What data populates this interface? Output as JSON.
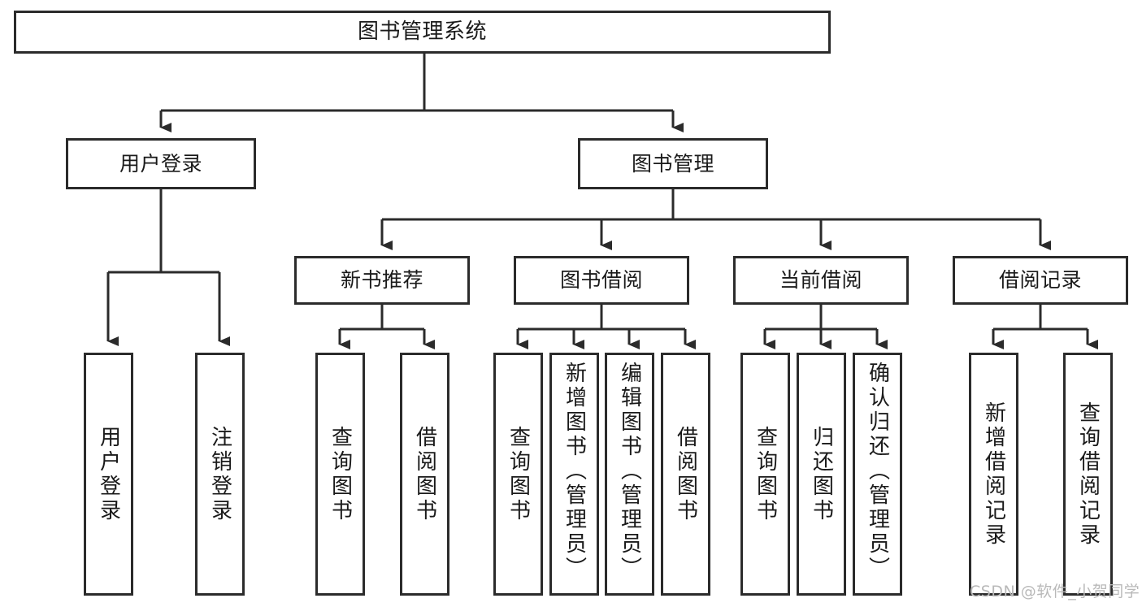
{
  "diagram": {
    "type": "tree",
    "title": "图书管理系统",
    "watermark": "CSDN @软件_小贺同学",
    "colors": {
      "stroke": "#2b2b2b",
      "fill": "#ffffff",
      "text": "#1a1a1a",
      "watermark": "#b9b9b9"
    },
    "nodes": {
      "root": {
        "label": "图书管理系统"
      },
      "level2": [
        {
          "id": "user-login",
          "label": "用户登录"
        },
        {
          "id": "book-manage",
          "label": "图书管理"
        }
      ],
      "level3": [
        {
          "id": "new-book-recommend",
          "label": "新书推荐"
        },
        {
          "id": "book-borrow",
          "label": "图书借阅"
        },
        {
          "id": "current-borrow",
          "label": "当前借阅"
        },
        {
          "id": "borrow-record",
          "label": "借阅记录"
        }
      ],
      "leaves": {
        "user_login": [
          {
            "id": "leaf-user-login",
            "label": "用户登录"
          },
          {
            "id": "leaf-logout",
            "label": "注销登录"
          }
        ],
        "new_book_recommend": [
          {
            "id": "leaf-query-book-1",
            "label": "查询图书"
          },
          {
            "id": "leaf-borrow-book-1",
            "label": "借阅图书"
          }
        ],
        "book_borrow": [
          {
            "id": "leaf-query-book-2",
            "label": "查询图书"
          },
          {
            "id": "leaf-add-book",
            "label": "新增图书（管理员）"
          },
          {
            "id": "leaf-edit-book",
            "label": "编辑图书（管理员）"
          },
          {
            "id": "leaf-borrow-book-2",
            "label": "借阅图书"
          }
        ],
        "current_borrow": [
          {
            "id": "leaf-query-book-3",
            "label": "查询图书"
          },
          {
            "id": "leaf-return-book",
            "label": "归还图书"
          },
          {
            "id": "leaf-confirm-return",
            "label": "确认归还（管理员）"
          }
        ],
        "borrow_record": [
          {
            "id": "leaf-add-record",
            "label": "新增借阅记录"
          },
          {
            "id": "leaf-query-record",
            "label": "查询借阅记录"
          }
        ]
      }
    }
  }
}
